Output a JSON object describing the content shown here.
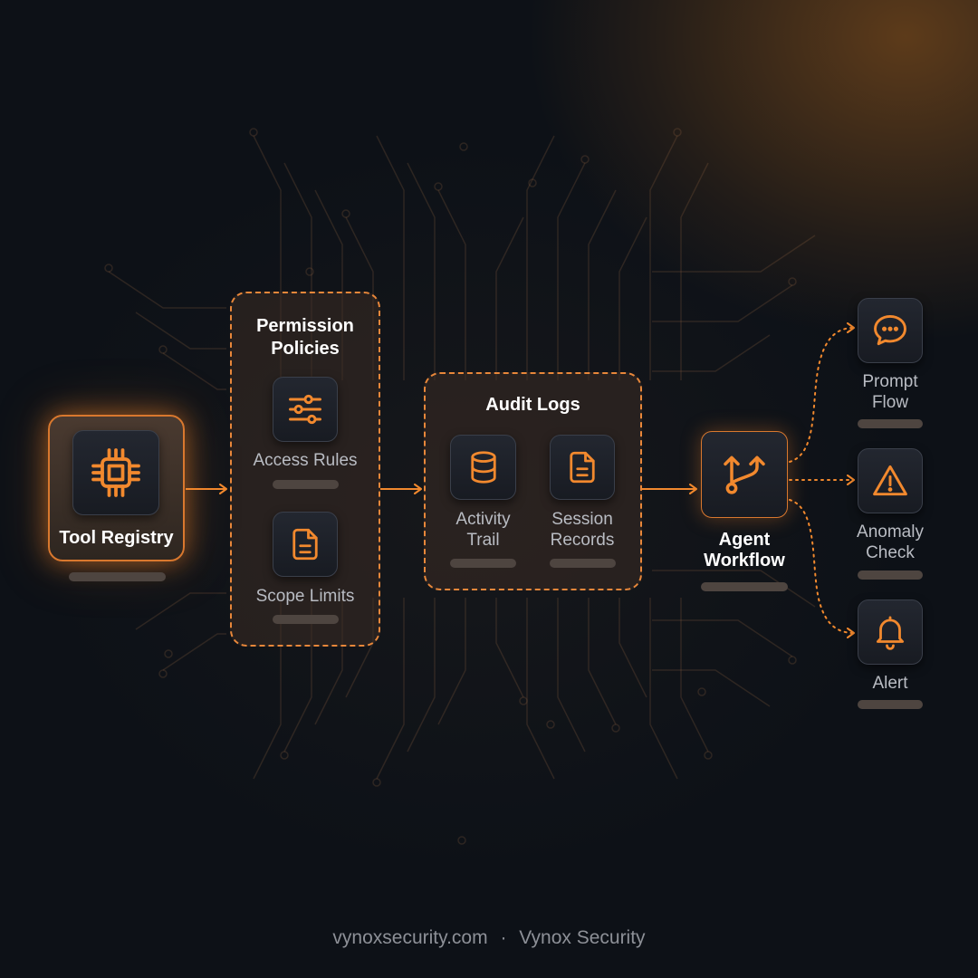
{
  "diagram": {
    "accent_color": "#f2892e",
    "nodes": {
      "tool_registry": {
        "label": "Tool Registry",
        "icon": "cpu-chip-icon"
      },
      "permission_policies": {
        "title": "Permission Policies",
        "title_lines": [
          "Permission",
          "Policies"
        ],
        "items": [
          {
            "label": "Access Rules",
            "icon": "sliders-icon"
          },
          {
            "label": "Scope Limits",
            "icon": "document-icon"
          }
        ]
      },
      "audit_logs": {
        "title": "Audit Logs",
        "items": [
          {
            "label": "Activity Trail",
            "lines": [
              "Activity",
              "Trail"
            ],
            "icon": "database-icon"
          },
          {
            "label": "Session Records",
            "lines": [
              "Session",
              "Records"
            ],
            "icon": "document-icon"
          }
        ]
      },
      "agent_workflow": {
        "label": "Agent Workflow",
        "lines": [
          "Agent",
          "Workflow"
        ],
        "icon": "git-branch-icon"
      },
      "outputs": [
        {
          "label": "Prompt Flow",
          "lines": [
            "Prompt",
            "Flow"
          ],
          "icon": "chat-bubble-icon"
        },
        {
          "label": "Anomaly Check",
          "lines": [
            "Anomaly",
            "Check"
          ],
          "icon": "warning-triangle-icon"
        },
        {
          "label": "Alert",
          "lines": [
            "Alert"
          ],
          "icon": "bell-icon"
        }
      ]
    },
    "edges": [
      {
        "from": "Tool Registry",
        "to": "Permission Policies",
        "style": "solid"
      },
      {
        "from": "Permission Policies",
        "to": "Audit Logs",
        "style": "solid"
      },
      {
        "from": "Audit Logs",
        "to": "Agent Workflow",
        "style": "solid"
      },
      {
        "from": "Agent Workflow",
        "to": "Prompt Flow",
        "style": "dotted"
      },
      {
        "from": "Agent Workflow",
        "to": "Anomaly Check",
        "style": "dotted"
      },
      {
        "from": "Agent Workflow",
        "to": "Alert",
        "style": "dotted"
      }
    ]
  },
  "footer": {
    "site": "vynoxsecurity.com",
    "separator": "·",
    "brand": "Vynox Security"
  }
}
